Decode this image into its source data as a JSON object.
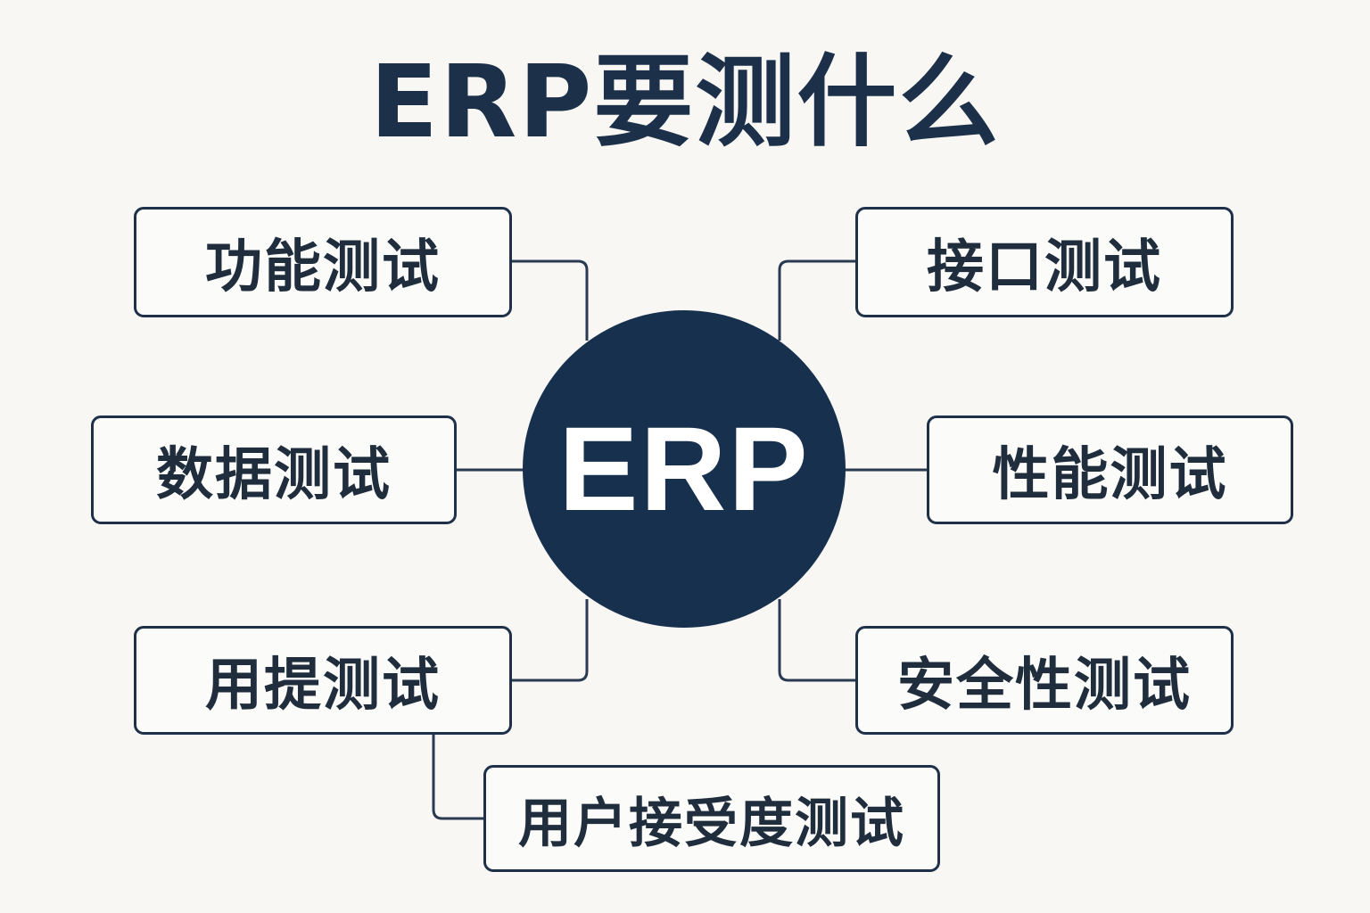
{
  "title": "ERP要测什么",
  "hub": {
    "label": "ERP"
  },
  "nodes": {
    "functional": "功能测试",
    "data": "数据测试",
    "usability": "用提测试",
    "uat": "用户接受度测试",
    "interface": "接口测试",
    "performance": "性能测试",
    "security": "安全性测试"
  },
  "colors": {
    "background": "#f8f7f4",
    "hub": "#17304d",
    "border": "#1f3148",
    "text": "#1f2d3d"
  }
}
